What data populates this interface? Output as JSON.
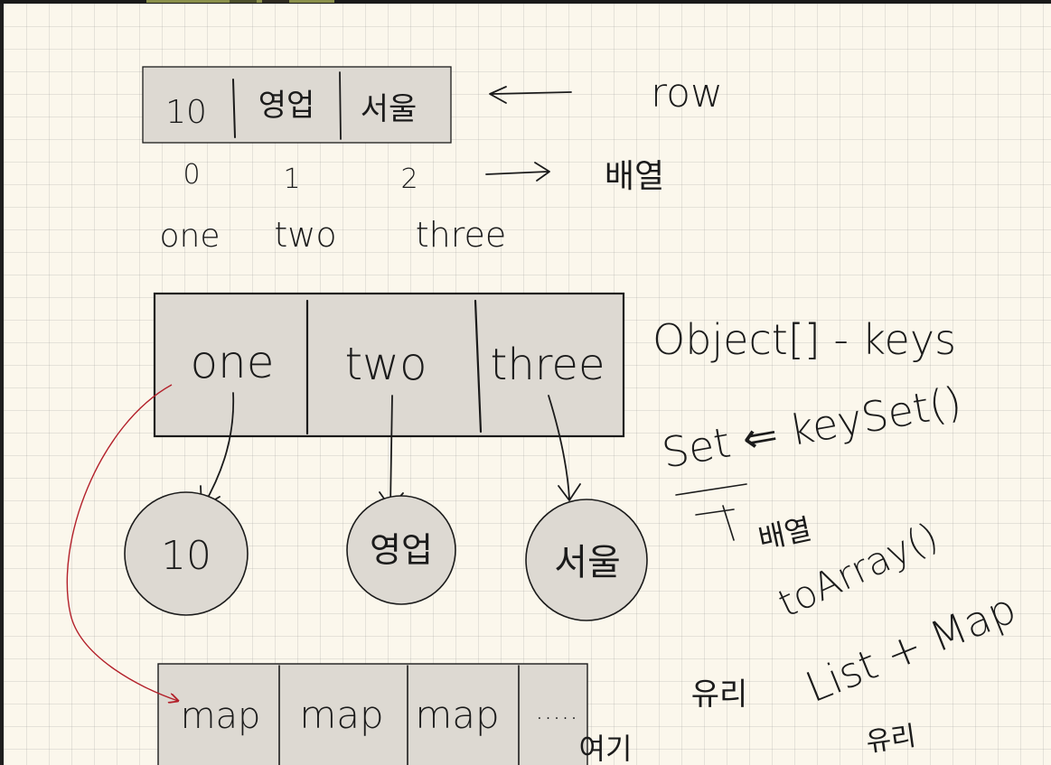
{
  "row_array": {
    "cells": [
      "10",
      "영업",
      "서울"
    ],
    "annotation": "row",
    "indices": [
      "0",
      "1",
      "2"
    ],
    "array_label": "배열",
    "keys": [
      "one",
      "two",
      "three"
    ]
  },
  "map_diagram": {
    "keys": [
      "one",
      "two",
      "three"
    ],
    "values": [
      "10",
      "영업",
      "서울"
    ]
  },
  "notes": {
    "object_keys": "Object[] - keys",
    "set_line": "Set ⇐ keySet()",
    "under_set": "배열",
    "to_array": "toArray()",
    "list_map": "List + Map",
    "under_list_map": "유리"
  },
  "map_row": {
    "cells": [
      "map",
      "map",
      "map",
      "....."
    ],
    "under_note": "여기",
    "note": "유리"
  },
  "colors": {
    "ink": "#1b1b1b",
    "red_ink": "#b3202a",
    "box_fill": "#ddd9d2",
    "paper": "#fbf7ec"
  }
}
